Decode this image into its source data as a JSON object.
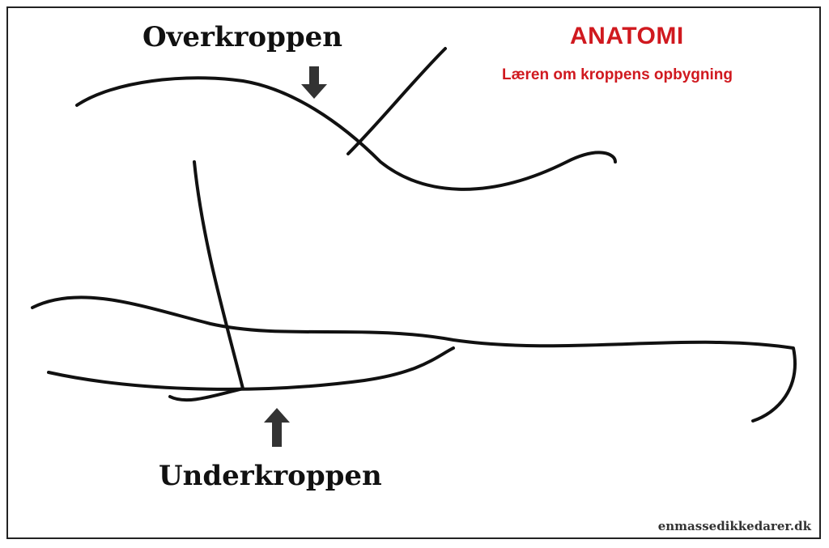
{
  "labels": {
    "upper_body": "Overkroppen",
    "lower_body": "Underkroppen"
  },
  "header": {
    "title": "ANATOMI",
    "subtitle": "Læren om kroppens opbygning"
  },
  "credit": "enmassedikkedarer.dk",
  "colors": {
    "accent": "#d0191f",
    "line": "#111111",
    "arrow": "#333333"
  }
}
